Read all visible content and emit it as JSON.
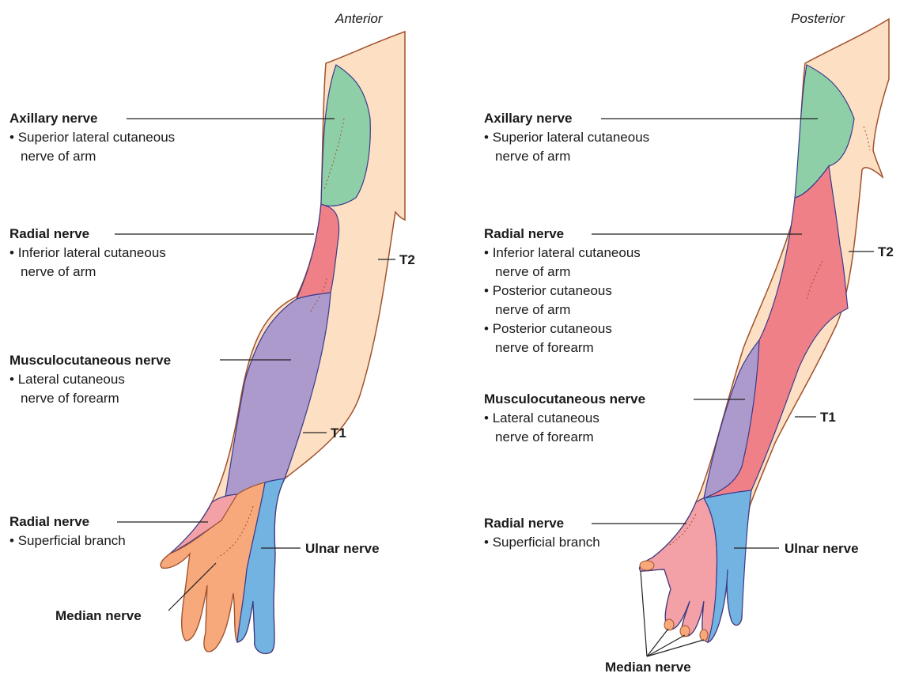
{
  "anterior": {
    "title": "Anterior",
    "axillary": {
      "name": "Axillary nerve",
      "line1": "Superior lateral cutaneous",
      "line2": "nerve of arm"
    },
    "radial_arm": {
      "name": "Radial nerve",
      "line1": "Inferior lateral cutaneous",
      "line2": "nerve of arm"
    },
    "musculo": {
      "name": "Musculocutaneous nerve",
      "line1": "Lateral cutaneous",
      "line2": "nerve of forearm"
    },
    "radial_hand": {
      "name": "Radial nerve",
      "line1": "Superficial branch"
    },
    "median": "Median nerve",
    "ulnar": "Ulnar nerve",
    "t2": "T2",
    "t1": "T1"
  },
  "posterior": {
    "title": "Posterior",
    "axillary": {
      "name": "Axillary nerve",
      "line1": "Superior lateral cutaneous",
      "line2": "nerve of arm"
    },
    "radial_arm": {
      "name": "Radial nerve",
      "b1a": "Inferior lateral cutaneous",
      "b1b": "nerve of arm",
      "b2a": "Posterior cutaneous",
      "b2b": "nerve of arm",
      "b3a": "Posterior cutaneous",
      "b3b": "nerve of forearm"
    },
    "musculo": {
      "name": "Musculocutaneous nerve",
      "line1": "Lateral cutaneous",
      "line2": "nerve of forearm"
    },
    "radial_hand": {
      "name": "Radial nerve",
      "line1": "Superficial branch"
    },
    "median": "Median nerve",
    "ulnar": "Ulnar nerve",
    "t2": "T2",
    "t1": "T1"
  },
  "colors": {
    "skin": "#fde0c4",
    "outline": "#a0522d",
    "axillary": "#8fcfa8",
    "radial": "#f08088",
    "radial_hand": "#f3a1a6",
    "musculocutaneous": "#ab9acb",
    "median": "#f7a97c",
    "ulnar": "#72b3e2",
    "border": "#3a3a8c"
  }
}
